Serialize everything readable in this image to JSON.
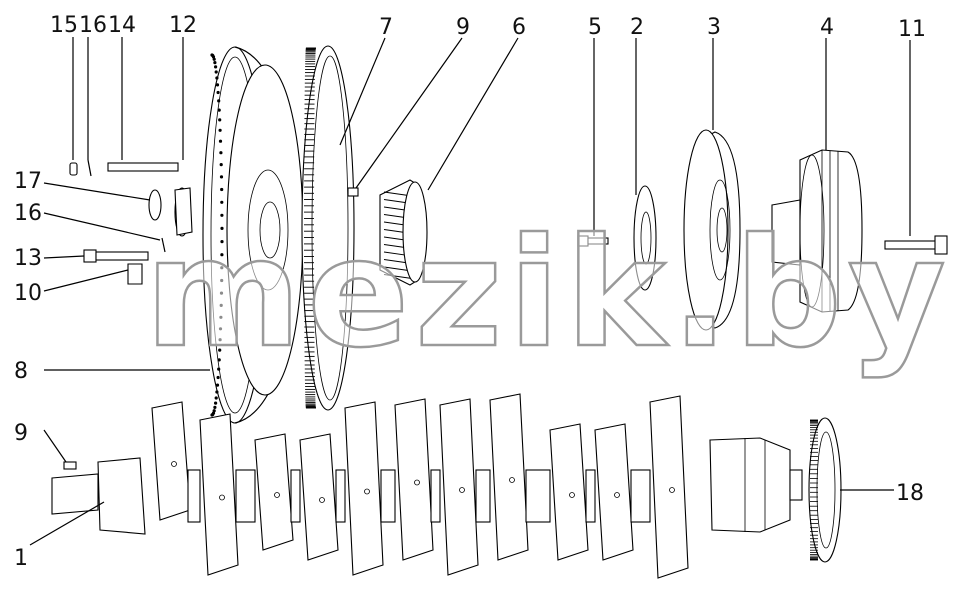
{
  "watermark": "mezik.by",
  "callouts": [
    {
      "id": "c15",
      "text": "15"
    },
    {
      "id": "c16a",
      "text": "16"
    },
    {
      "id": "c14",
      "text": "14"
    },
    {
      "id": "c12",
      "text": "12"
    },
    {
      "id": "c7",
      "text": "7"
    },
    {
      "id": "c9a",
      "text": "9"
    },
    {
      "id": "c6",
      "text": "6"
    },
    {
      "id": "c5",
      "text": "5"
    },
    {
      "id": "c2",
      "text": "2"
    },
    {
      "id": "c3",
      "text": "3"
    },
    {
      "id": "c4",
      "text": "4"
    },
    {
      "id": "c11",
      "text": "11"
    },
    {
      "id": "c17",
      "text": "17"
    },
    {
      "id": "c16b",
      "text": "16"
    },
    {
      "id": "c13",
      "text": "13"
    },
    {
      "id": "c10",
      "text": "10"
    },
    {
      "id": "c8",
      "text": "8"
    },
    {
      "id": "c9b",
      "text": "9"
    },
    {
      "id": "c1",
      "text": "1"
    },
    {
      "id": "c18",
      "text": "18"
    }
  ]
}
